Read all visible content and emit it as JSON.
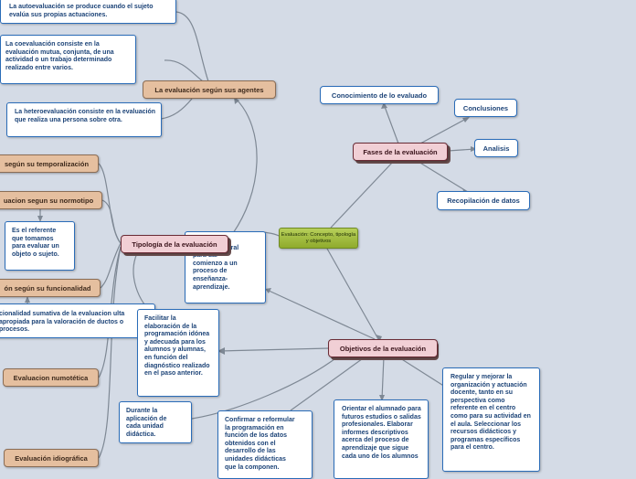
{
  "center": {
    "label": "Evaluación: Concepto, tipología y objetivos",
    "color": "#9ab63a"
  },
  "branches": {
    "fases": "Fases de la evaluación",
    "tipologia": "Tipología de la evaluación",
    "objetivos": "Objetivos de la evaluación"
  },
  "fases_items": {
    "conocimiento": "Conocimiento de lo evaluado",
    "conclusiones": "Conclusiones",
    "analisis": "Analisis",
    "recopilacion": "Recopilación de datos"
  },
  "tipologia_items": {
    "agentes": "La evaluación según sus agentes",
    "temporalizacion": "según su temporalización",
    "normotipo": "uacion segun su normotipo",
    "funcionalidad": "ón según su funcionalidad",
    "nomotetica": "Evaluacion numotética",
    "idiografica": "Evaluación idiográfica"
  },
  "agentes_items": {
    "autoevaluacion": "La autoevaluación se produce cuando el sujeto evalúa sus propias actuaciones.",
    "coevaluacion": "La coevaluación consiste en la evaluación mutua, conjunta, de una actividad o un trabajo determinado realizado entre varios.",
    "heteroevaluacion": "La heteroevaluación consiste en la evaluación que realiza una persona sobre otra."
  },
  "other_texts": {
    "referente": "Es el referente que tomamos para evaluar un objeto o sujeto.",
    "sumativa": "cionalidad sumativa de la evaluacion ulta apropiada para la valoración de ductos o procesos.",
    "partida": "Punto de partida general para dar comienzo a un proceso de enseñanza-aprendizaje."
  },
  "objetivos_items": {
    "facilitar": "Facilitar la elaboración de la programación idónea y adecuada para los alumnos y alumnas, en función del diagnóstico realizado en el paso anterior.",
    "durante": "Durante la aplicación de cada unidad didáctica.",
    "confirmar": "Confirmar o reformular la programación en función de los datos obtenidos con el desarrollo de las unidades didácticas que la componen.",
    "orientar": "Orientar el alumnado para futuros estudios o salidas profesionales. Elaborar informes descriptivos acerca del proceso de aprendizaje que sigue cada uno de los alumnos",
    "regular": "Regular y mejorar la organización y actuación docente, tanto en su perspectiva como referente en el centro como para su actividad en el aula. Seleccionar los recursos didácticos y programas específicos para el centro."
  },
  "colors": {
    "line": "#7a8592",
    "text": "#1d4478",
    "border": "#2a6cb8",
    "tan": "#e5bf9f",
    "pink": "#f1cfd5"
  }
}
